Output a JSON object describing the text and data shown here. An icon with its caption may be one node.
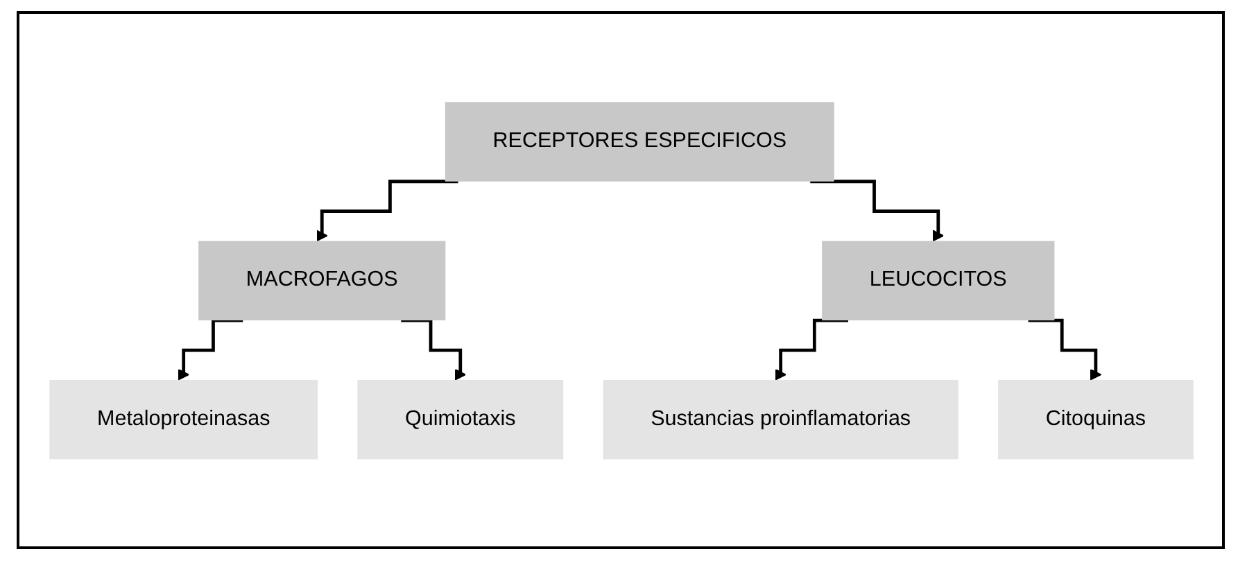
{
  "diagram": {
    "nodes": [
      {
        "text": [
          "RECEPTORES ESPECIFICOS"
        ]
      },
      {
        "text": [
          "MACROFAGOS"
        ]
      },
      {
        "text": [
          "LEUCOCITOS"
        ]
      },
      {
        "text": [
          "Metaloproteinasas"
        ]
      },
      {
        "text": [
          "Quimiotaxis"
        ]
      },
      {
        "text": [
          "Sustancias proinflamatorias"
        ]
      },
      {
        "text": [
          "Citoquinas"
        ]
      }
    ],
    "edges": [
      {
        "from": 0,
        "to": 1,
        "arrow": "to"
      },
      {
        "from": 0,
        "to": 2,
        "arrow": "to"
      },
      {
        "from": 1,
        "to": 3,
        "arrow": "to"
      },
      {
        "from": 1,
        "to": 4,
        "arrow": "to"
      },
      {
        "from": 2,
        "to": 5,
        "arrow": "to"
      },
      {
        "from": 2,
        "to": 6,
        "arrow": "to"
      }
    ]
  }
}
